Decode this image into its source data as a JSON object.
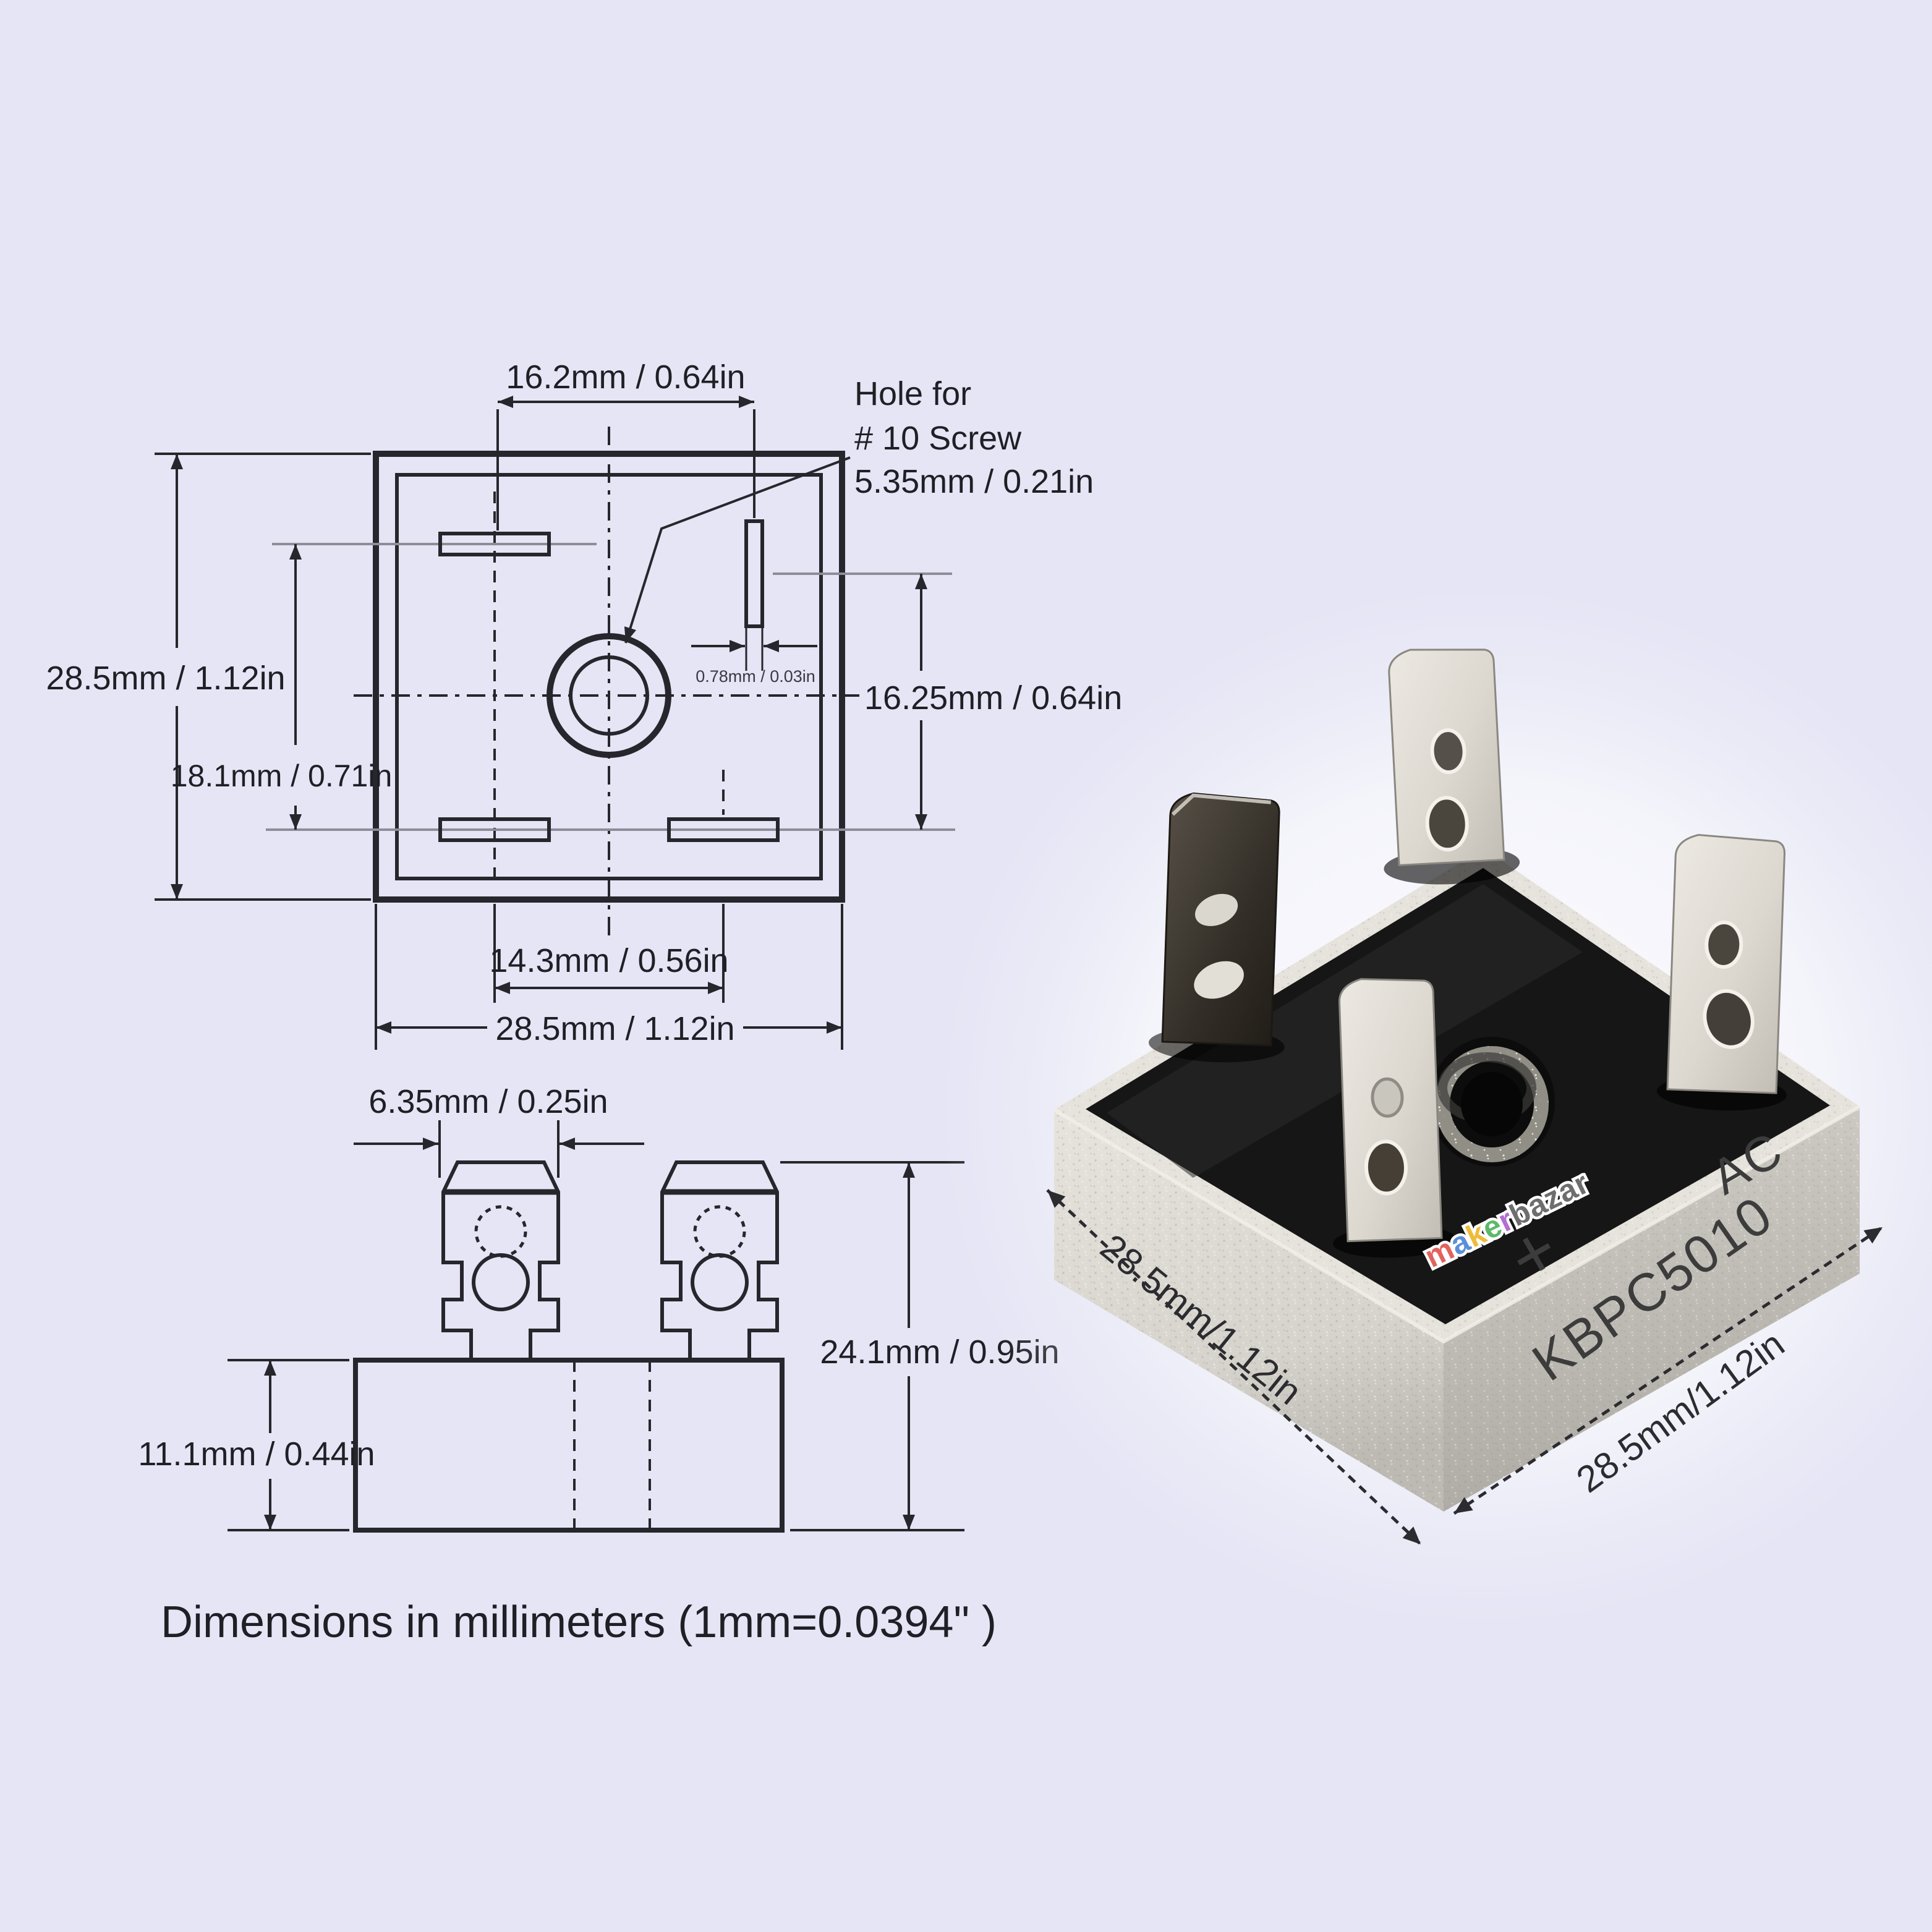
{
  "page": {
    "background_color": "#e5e5f5",
    "line_color": "#26262c"
  },
  "top_view": {
    "dim_width_top": "16.2mm / 0.64in",
    "hole_note_line1": "Hole for",
    "hole_note_line2": "# 10 Screw",
    "hole_note_line3": "5.35mm / 0.21in",
    "dim_height_left": "28.5mm / 1.12in",
    "dim_slot_span_vertical": "18.1mm / 0.71in",
    "dim_slot_span_right": "16.25mm / 0.64in",
    "dim_slot_width": "0.78mm / 0.03in",
    "dim_slot_span_bottom": "14.3mm / 0.56in",
    "dim_width_bottom": "28.5mm / 1.12in"
  },
  "side_view": {
    "dim_terminal_width": "6.35mm / 0.25in",
    "dim_total_height": "24.1mm / 0.95in",
    "dim_body_height": "11.1mm / 0.44in"
  },
  "caption": "Dimensions in millimeters (1mm=0.0394\" )",
  "photo": {
    "marking_polarity": "+",
    "marking_ac": "AC",
    "marking_part_number": "KBPC5010",
    "dim_front_left_edge": "28.5mm/1.12in",
    "dim_front_right_edge": "28.5mm/1.12in",
    "watermark": {
      "letters": [
        {
          "ch": "m",
          "color": "#e2635c"
        },
        {
          "ch": "a",
          "color": "#5b8fd9"
        },
        {
          "ch": "k",
          "color": "#eebc3a"
        },
        {
          "ch": "e",
          "color": "#5fb86a"
        },
        {
          "ch": "r",
          "color": "#b46fd2"
        }
      ],
      "suffix": "bazar",
      "suffix_color": "#6e6e6e"
    }
  }
}
